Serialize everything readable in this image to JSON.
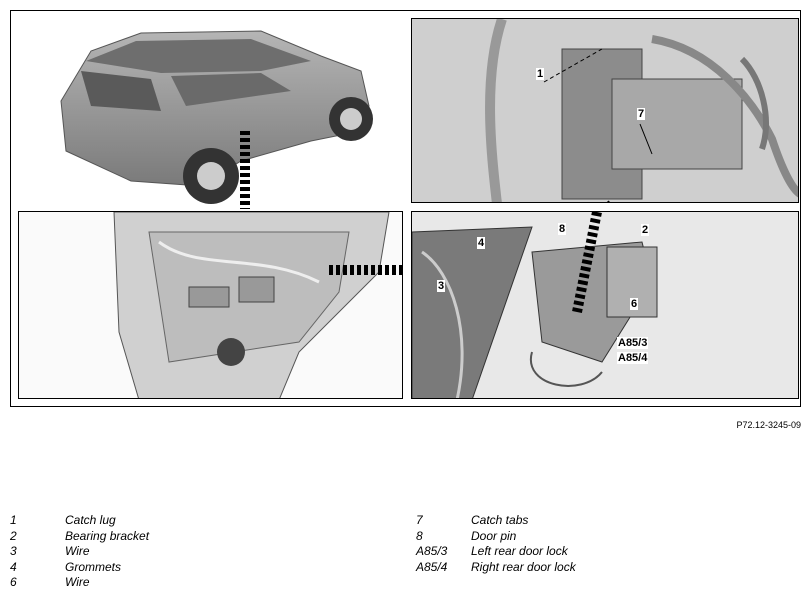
{
  "document_id": "P72.12-3245-09",
  "callouts": {
    "c1": "1",
    "c2": "2",
    "c3": "3",
    "c4": "4",
    "c6": "6",
    "c7": "7",
    "c8": "8",
    "ca853": "A85/3",
    "ca854": "A85/4"
  },
  "legend_left": [
    {
      "key": "1",
      "text": "Catch lug"
    },
    {
      "key": "2",
      "text": "Bearing bracket"
    },
    {
      "key": "3",
      "text": "Wire"
    },
    {
      "key": "4",
      "text": "Grommets"
    },
    {
      "key": "6",
      "text": "Wire"
    }
  ],
  "legend_right": [
    {
      "key": "7",
      "text": "Catch tabs"
    },
    {
      "key": "8",
      "text": "Door pin"
    },
    {
      "key": "A85/3",
      "text": "Left rear door lock"
    },
    {
      "key": "A85/4",
      "text": "Right rear door lock"
    }
  ]
}
